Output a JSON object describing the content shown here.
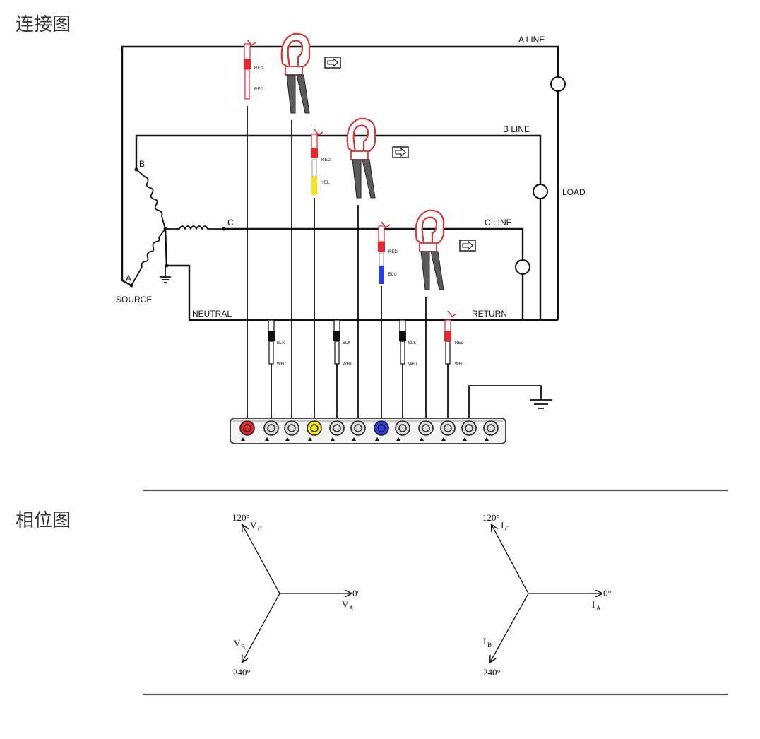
{
  "sections": {
    "connection_title": "连接图",
    "phasor_title": "相位图"
  },
  "wiring": {
    "a_line": "A  LINE",
    "b_line": "B  LINE",
    "c_line": "C  LINE",
    "load": "LOAD",
    "neutral": "NEUTRAL",
    "return": "RETURN",
    "source": "SOURCE",
    "node_a": "A",
    "node_b": "B",
    "node_c": "C"
  },
  "probes": {
    "a_top": "RED",
    "a_bottom": "RED",
    "b_top": "RED",
    "b_bottom": "YEL",
    "c_top": "RED",
    "c_bottom": "BLU",
    "n1_top": "BLK",
    "n1_bottom": "WHT",
    "n2_top": "BLK",
    "n2_bottom": "WHT",
    "n3_top": "BLK",
    "n3_bottom": "WHT",
    "r_top": "RED",
    "r_bottom": "WHT"
  },
  "phasors": {
    "voltage": {
      "deg_0": "0°",
      "deg_120": "120°",
      "deg_240": "240°",
      "a_main": "V",
      "a_sub": "A",
      "b_main": "V",
      "b_sub": "B",
      "c_main": "V",
      "c_sub": "C"
    },
    "current": {
      "deg_0": "0°",
      "deg_120": "120°",
      "deg_240": "240°",
      "a_main": "I",
      "a_sub": "A",
      "b_main": "I",
      "b_sub": "B",
      "c_main": "I",
      "c_sub": "C"
    }
  },
  "colors": {
    "wire": "#111111",
    "red": "#e8262f",
    "yellow": "#f5e521",
    "blue": "#2a3fe0",
    "clamp": "#d23a3a",
    "rule": "#555555"
  }
}
